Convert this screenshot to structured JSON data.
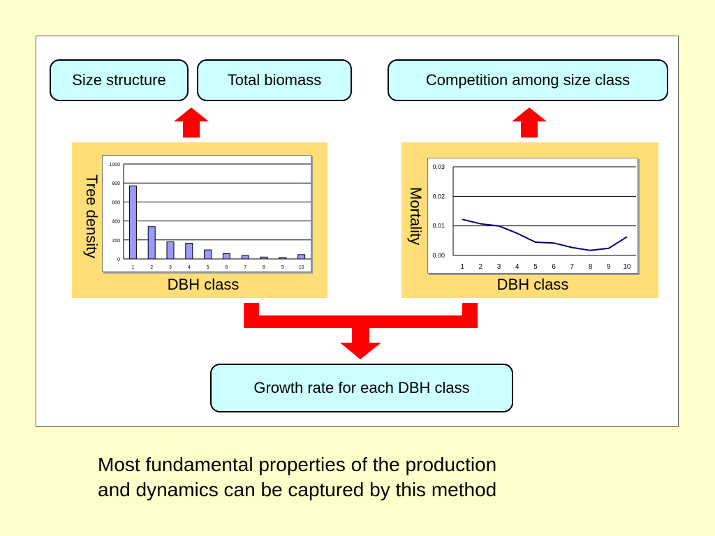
{
  "boxes": {
    "size_structure": "Size structure",
    "total_biomass": "Total biomass",
    "competition": "Competition among size class",
    "growth_rate": "Growth rate for each DBH class"
  },
  "caption": {
    "line1": "Most fundamental properties of the production",
    "line2": "and dynamics can be captured by this method"
  },
  "colors": {
    "arrow": "#ff0000",
    "panel": "#ffdd77",
    "box_fill": "#ccffff",
    "bar_fill": "#9999ff",
    "line": "#000080"
  },
  "chart_data": [
    {
      "type": "bar",
      "ylabel": "Tree density",
      "xlabel": "DBH class",
      "categories": [
        "1",
        "2",
        "3",
        "4",
        "5",
        "6",
        "7",
        "8",
        "9",
        "10"
      ],
      "values": [
        770,
        340,
        180,
        165,
        95,
        55,
        35,
        20,
        15,
        45
      ],
      "ylim": [
        0,
        1000
      ],
      "yticks": [
        "0",
        "200",
        "400",
        "600",
        "800",
        "1000"
      ],
      "grid": true
    },
    {
      "type": "line",
      "ylabel": "Mortality",
      "xlabel": "DBH class",
      "categories": [
        "1",
        "2",
        "3",
        "4",
        "5",
        "6",
        "7",
        "8",
        "9",
        "10"
      ],
      "values": [
        0.0122,
        0.0107,
        0.01,
        0.0075,
        0.0045,
        0.0042,
        0.0027,
        0.0017,
        0.0024,
        0.0063
      ],
      "ylim": [
        0,
        0.03
      ],
      "yticks": [
        "0.00",
        "0.01",
        "0.02",
        "0.03"
      ],
      "grid": true
    }
  ]
}
